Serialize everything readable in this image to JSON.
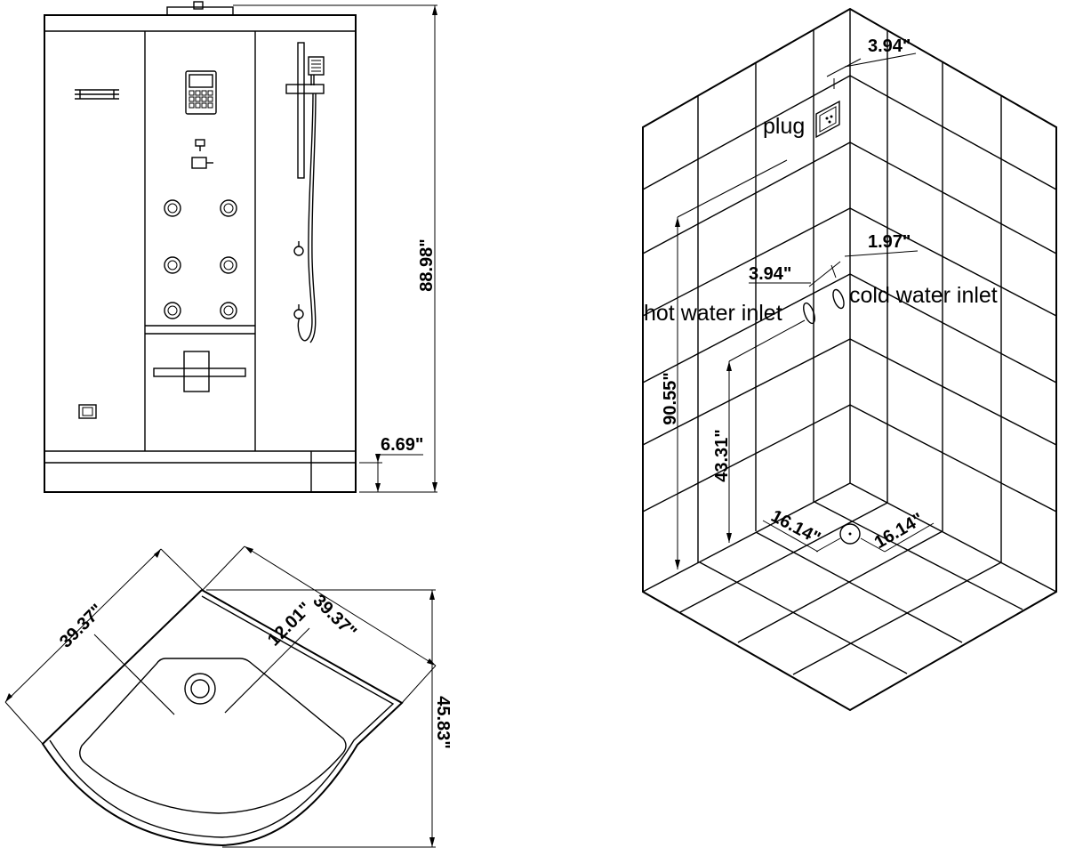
{
  "front_view": {
    "height_dim": "88.98\"",
    "base_dim": "6.69\""
  },
  "top_view": {
    "side_left_dim": "39.37\"",
    "side_right_dim": "39.37\"",
    "drain_offset_dim": "12.01\"",
    "depth_dim": "45.83\""
  },
  "install_view": {
    "plug_label": "plug",
    "plug_offset_dim": "3.94\"",
    "hot_inlet_label": "hot water inlet",
    "cold_inlet_label": "cold water inlet",
    "inlet_spacing_dim": "3.94\"",
    "inlet_offset_dim": "1.97\"",
    "wall_height_dim": "90.55\"",
    "inlet_height_dim": "43.31\"",
    "drain_x_dim": "16.14\"",
    "drain_y_dim": "16.14\""
  }
}
